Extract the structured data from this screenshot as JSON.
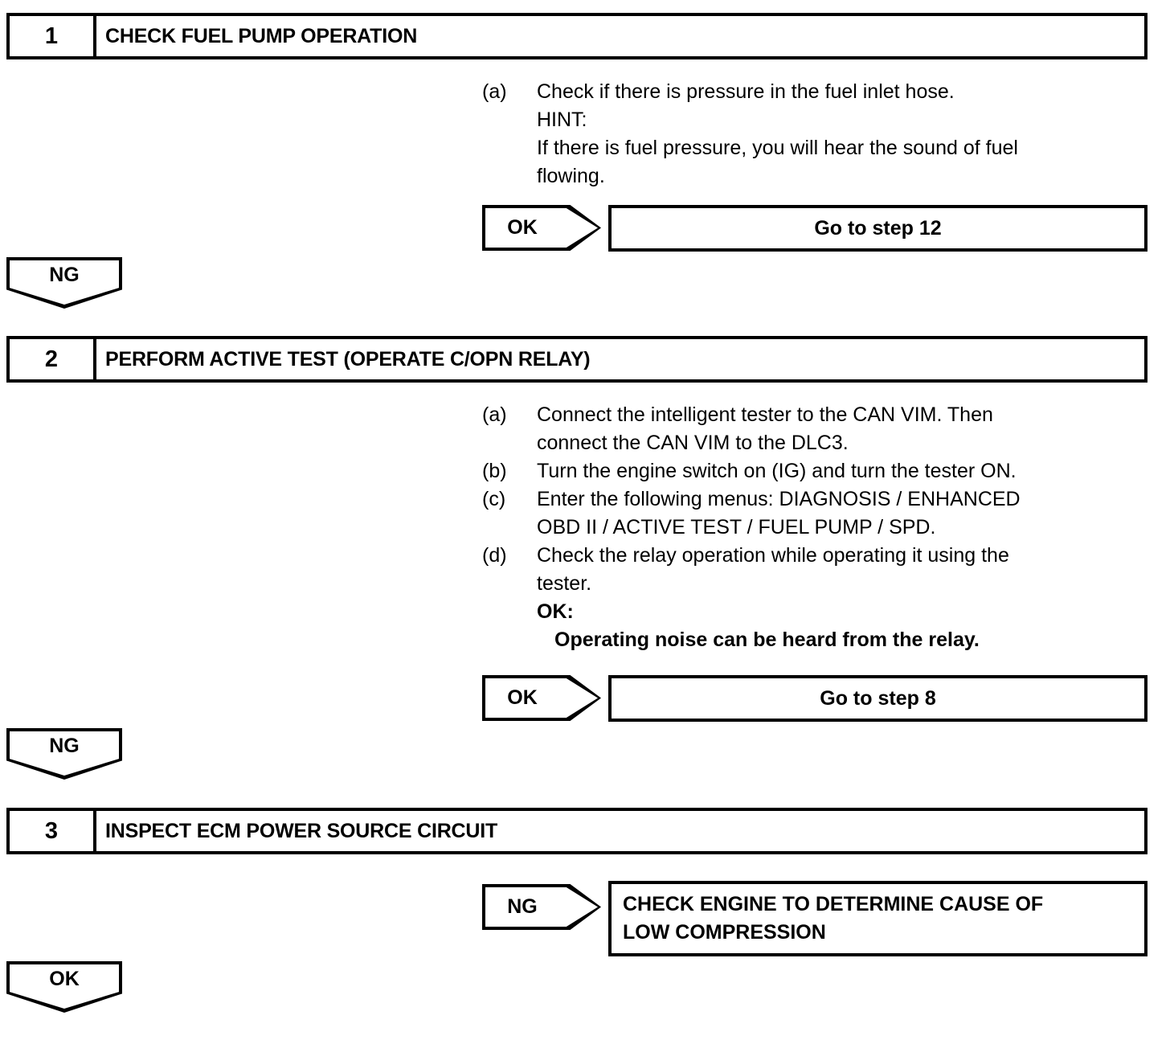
{
  "document": {
    "type": "diagnostic-troubleshooting-flowchart",
    "steps": [
      {
        "number": "1",
        "title": "CHECK FUEL PUMP OPERATION",
        "instructions": [
          {
            "marker": "(a)",
            "lines": [
              "Check if there is pressure in the fuel inlet hose.",
              "HINT:",
              "If there is fuel pressure, you will hear the sound of fuel",
              "flowing."
            ]
          }
        ],
        "ok_criteria": null,
        "branch": {
          "tag": "OK",
          "result": "Go to step 12",
          "align": "center"
        },
        "flow_out": "NG"
      },
      {
        "number": "2",
        "title": "PERFORM ACTIVE TEST (OPERATE C/OPN RELAY)",
        "instructions": [
          {
            "marker": "(a)",
            "lines": [
              "Connect the intelligent tester to the CAN VIM. Then",
              "connect the CAN VIM to the DLC3."
            ]
          },
          {
            "marker": "(b)",
            "lines": [
              "Turn the engine switch on (IG) and turn the tester ON."
            ]
          },
          {
            "marker": "(c)",
            "lines": [
              "Enter the following menus: DIAGNOSIS / ENHANCED",
              "OBD II / ACTIVE TEST / FUEL PUMP / SPD."
            ]
          },
          {
            "marker": "(d)",
            "lines": [
              "Check the relay operation while operating it using the",
              "tester."
            ]
          }
        ],
        "ok_criteria": {
          "label": "OK:",
          "statement": "Operating noise can be heard from the relay."
        },
        "branch": {
          "tag": "OK",
          "result": "Go to step 8",
          "align": "center"
        },
        "flow_out": "NG"
      },
      {
        "number": "3",
        "title": "INSPECT ECM POWER SOURCE CIRCUIT",
        "instructions": [],
        "ok_criteria": null,
        "branch": {
          "tag": "NG",
          "result_lines": [
            "CHECK ENGINE TO DETERMINE CAUSE OF",
            "LOW COMPRESSION"
          ],
          "align": "left"
        },
        "flow_out": "OK"
      }
    ],
    "colors": {
      "ink": "#000000",
      "paper": "#ffffff"
    }
  }
}
